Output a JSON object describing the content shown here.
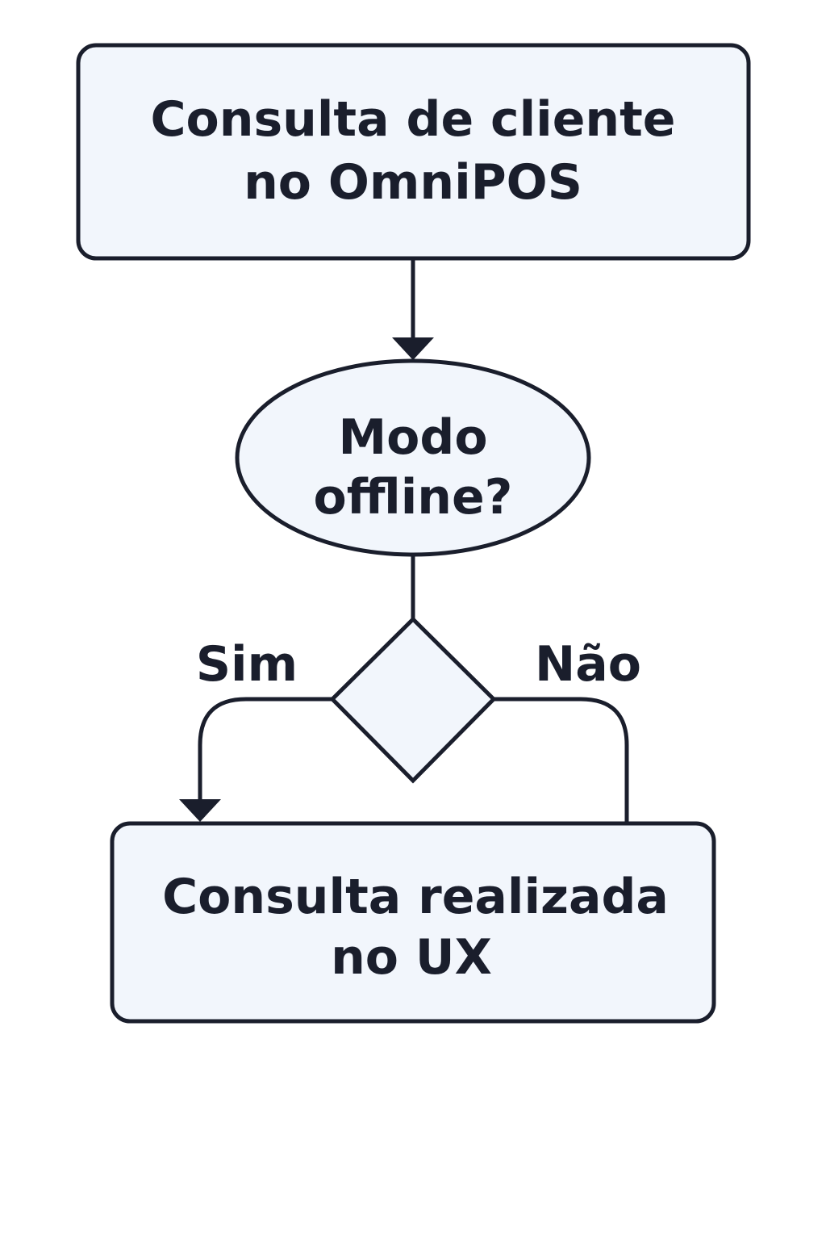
{
  "colors": {
    "stroke": "#1a1e2c",
    "node_fill": "#f2f6fc",
    "background": "#ffffff",
    "text": "#1a1e2c"
  },
  "nodes": {
    "start": {
      "shape": "rounded-rectangle",
      "line1": "Consulta de cliente",
      "line2": "no OmniPOS"
    },
    "question": {
      "shape": "ellipse",
      "line1": "Modo",
      "line2": "offline?"
    },
    "decision": {
      "shape": "diamond"
    },
    "end": {
      "shape": "rounded-rectangle",
      "line1": "Consulta realizada",
      "line2": "no UX"
    }
  },
  "edges": {
    "yes_label": "Sim",
    "no_label": "Não"
  }
}
